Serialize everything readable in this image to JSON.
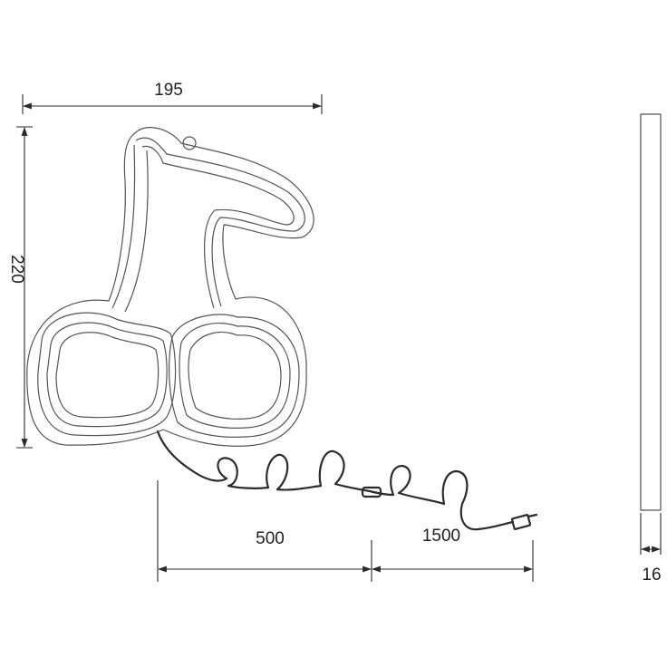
{
  "dimensions": {
    "width": "195",
    "height": "220",
    "cable_length_1": "500",
    "cable_length_2": "1500",
    "depth": "16"
  },
  "colors": {
    "line": "#2a2a2a",
    "outline": "#555555",
    "background": "#ffffff"
  }
}
